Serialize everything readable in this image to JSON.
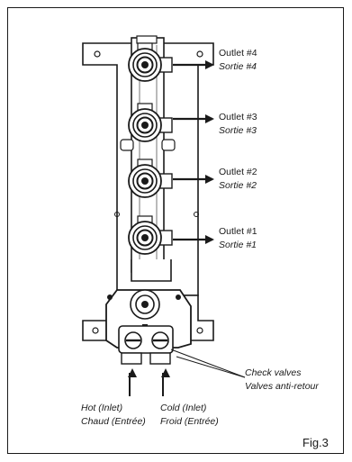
{
  "outlets": [
    {
      "en": "Outlet #4",
      "fr": "Sortie #4"
    },
    {
      "en": "Outlet #3",
      "fr": "Sortie #3"
    },
    {
      "en": "Outlet #2",
      "fr": "Sortie #2"
    },
    {
      "en": "Outlet #1",
      "fr": "Sortie #1"
    }
  ],
  "inlets": {
    "hot": {
      "en": "Hot (Inlet)",
      "fr": "Chaud (Entrée)"
    },
    "cold": {
      "en": "Cold (Inlet)",
      "fr": "Froid (Entrée)"
    }
  },
  "check_valves": {
    "en": "Check valves",
    "fr": "Valves anti-retour"
  },
  "figure_label": "Fig.3",
  "colors": {
    "line": "#1a1a1a",
    "fill": "#ffffff",
    "shade": "#d9d9d9"
  }
}
